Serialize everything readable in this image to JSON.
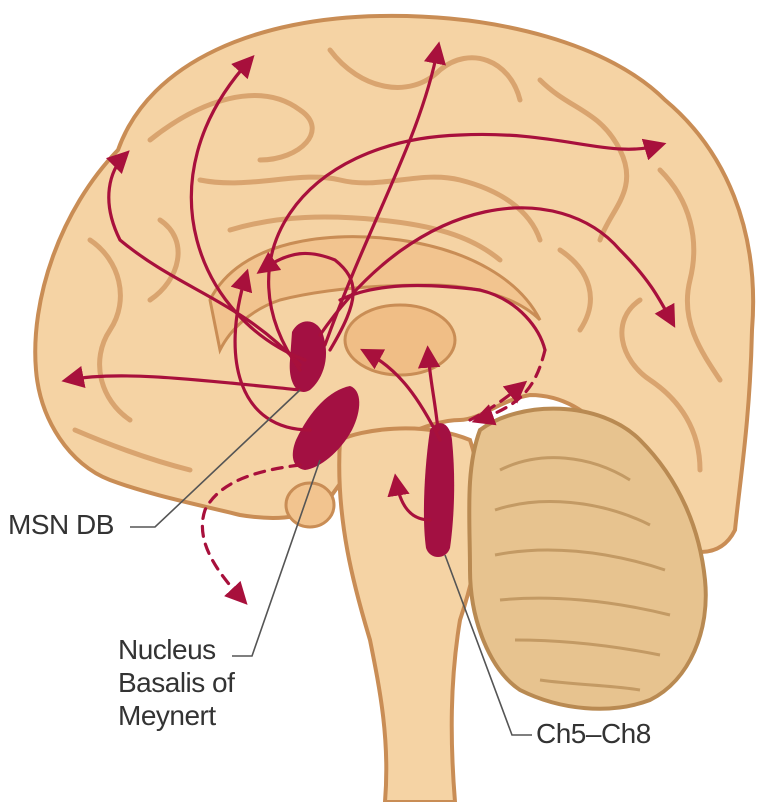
{
  "labels": {
    "msn_db": "MSN DB",
    "nucleus_basalis": [
      "Nucleus",
      "Basalis of",
      "Meynert"
    ],
    "ch5_ch8": "Ch5–Ch8"
  },
  "colors": {
    "background": "#ffffff",
    "cortex_fill": "#f5d3a4",
    "cortex_stroke": "#c98d55",
    "sulcus_line": "#d9a46f",
    "deep_tissue": "#f2c48f",
    "cerebellum_fill": "#e7c38f",
    "cerebellum_stroke": "#b98a52",
    "nucleus_fill": "#a31042",
    "pathway": "#a8103c",
    "label_text": "#333333",
    "leader_line": "#555555"
  }
}
